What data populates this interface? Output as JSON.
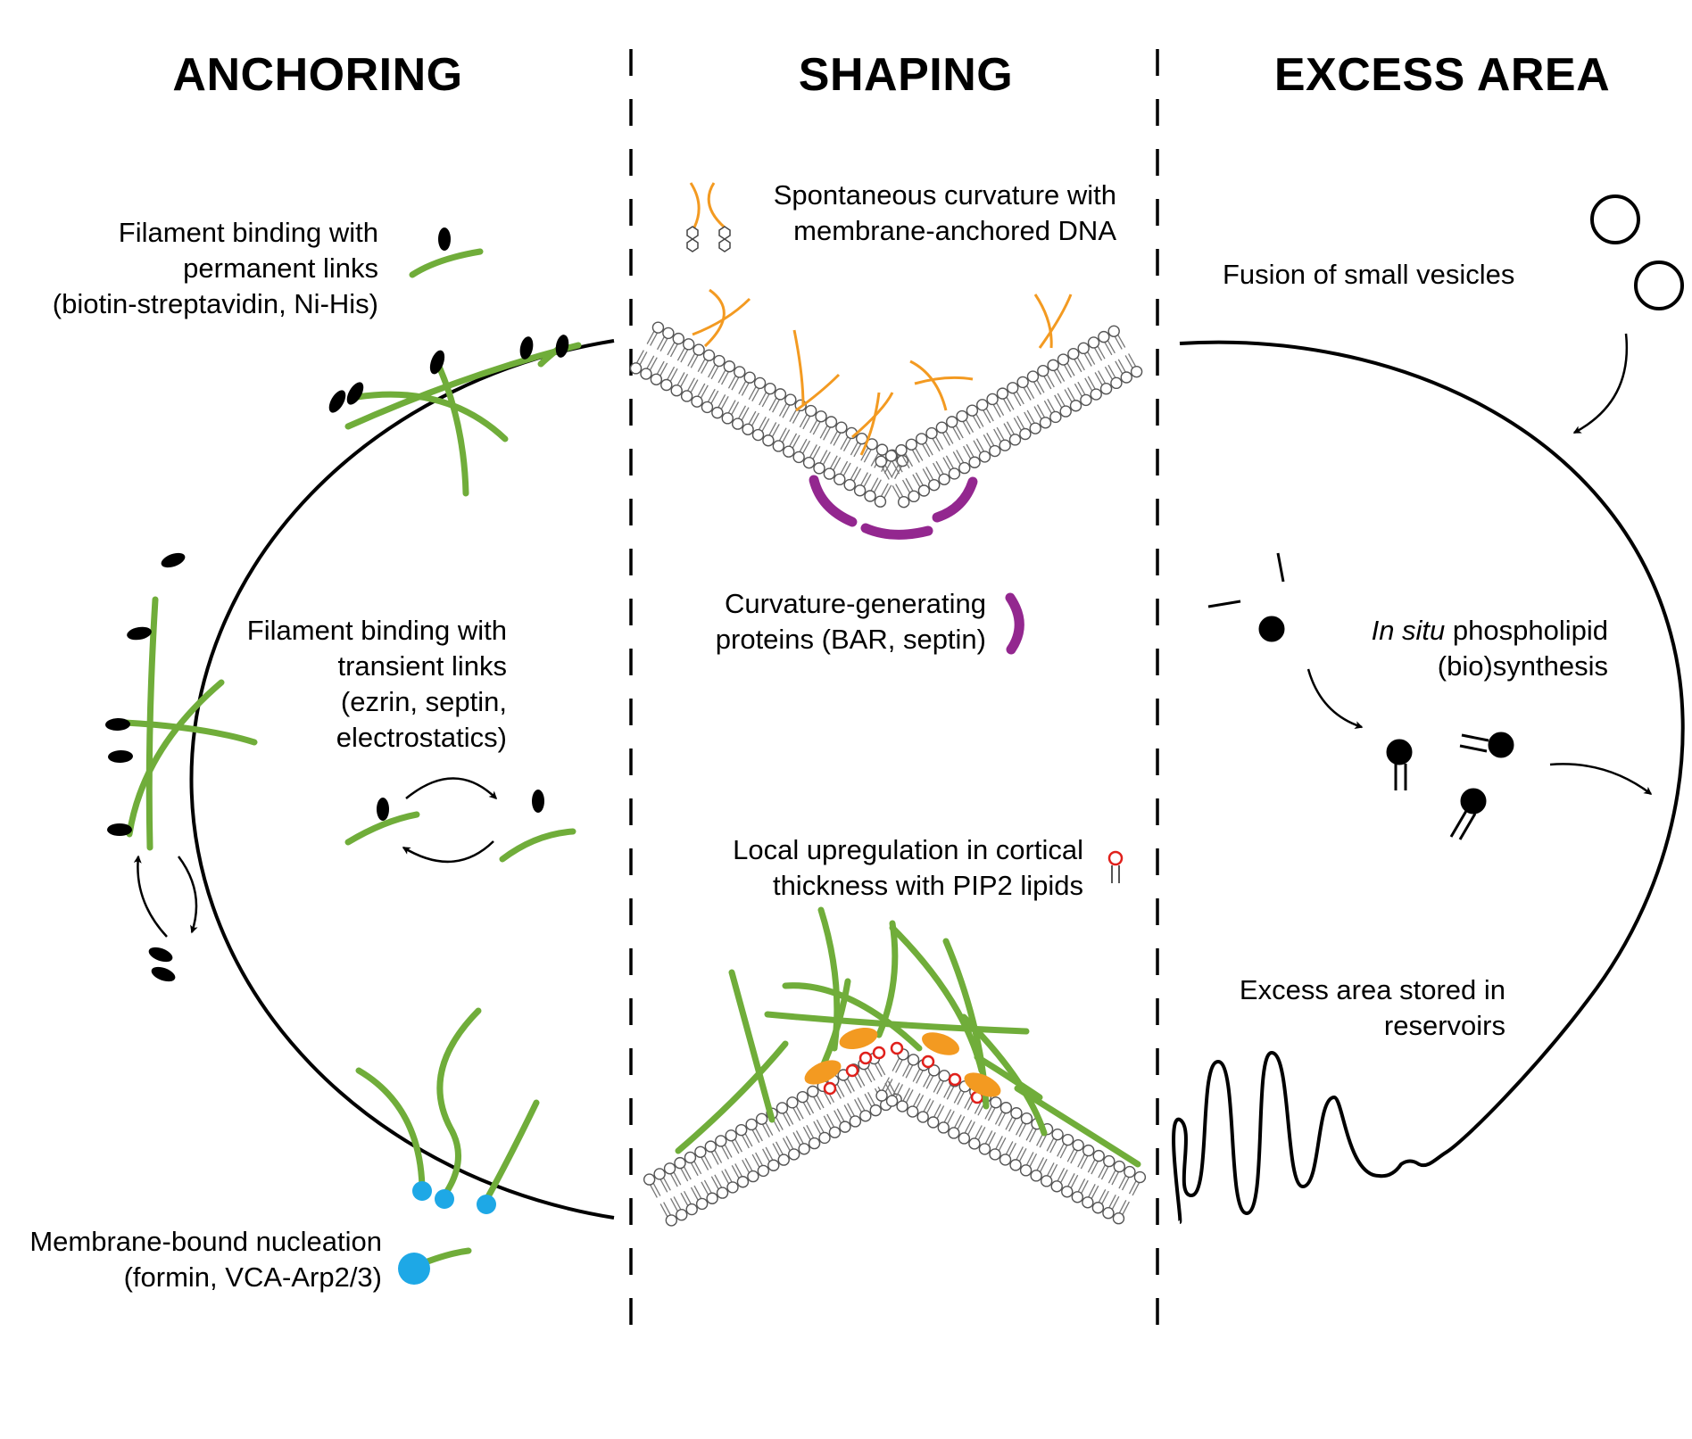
{
  "columns": {
    "anchoring": "ANCHORING",
    "shaping": "SHAPING",
    "excess": "EXCESS AREA"
  },
  "anchoring": {
    "permanent": [
      "Filament binding with",
      "permanent links",
      "(biotin-streptavidin, Ni-His)"
    ],
    "transient": [
      "Filament binding with",
      "transient links",
      "(ezrin, septin,",
      "electrostatics)"
    ],
    "nucleation": [
      "Membrane-bound nucleation",
      "(formin, VCA-Arp2/3)"
    ]
  },
  "shaping": {
    "dna": [
      "Spontaneous curvature with",
      "membrane-anchored DNA"
    ],
    "proteins": [
      "Curvature-generating",
      "proteins (BAR, septin)"
    ],
    "pip2": [
      "Local upregulation in cortical",
      "thickness with PIP2 lipids"
    ]
  },
  "excess": {
    "fusion": "Fusion of small vesicles",
    "synthesis_italic": "In situ",
    "synthesis_rest": " phospholipid",
    "synthesis_line2": "(bio)synthesis",
    "reservoir": [
      "Excess area stored in",
      "reservoirs"
    ]
  },
  "colors": {
    "filament": "#70ad3a",
    "dna": "#f39a21",
    "bar_protein": "#93278f",
    "formin": "#1ea8e6",
    "orange_patch": "#f39a21",
    "pip2": "#e0201b",
    "lipid": "#777777"
  }
}
